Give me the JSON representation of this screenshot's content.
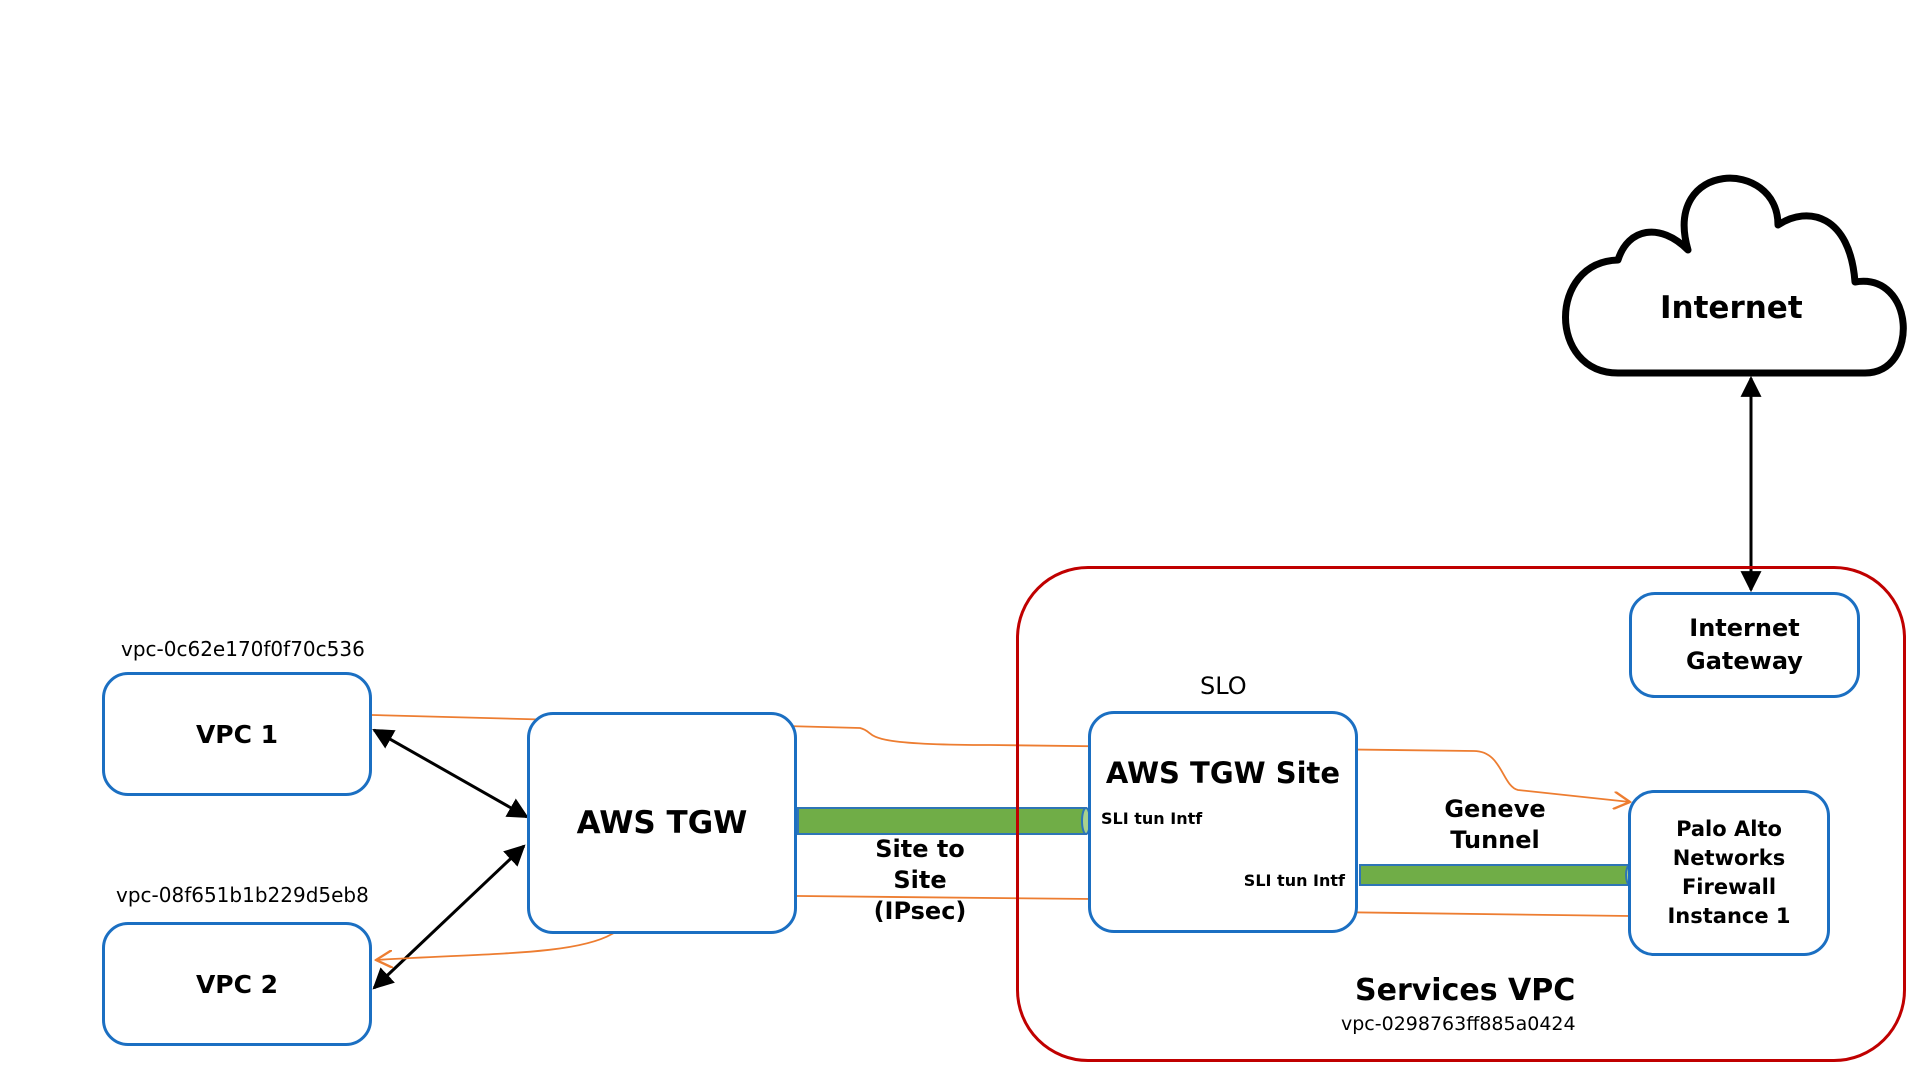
{
  "colors": {
    "vpc_box_border": "#1b6fc2",
    "services_vpc_border": "#c00000",
    "flow_line": "#ed7d31",
    "tunnel_fill": "#70ad47",
    "tunnel_border": "#2e75b6",
    "connector": "#000000"
  },
  "cloud": {
    "label": "Internet",
    "icon": "cloud-icon"
  },
  "vpc1": {
    "label": "VPC 1",
    "id": "vpc-0c62e170f0f70c536"
  },
  "vpc2": {
    "label": "VPC 2",
    "id": "vpc-08f651b1b229d5eb8"
  },
  "tgw": {
    "label": "AWS TGW"
  },
  "site_to_site": {
    "line1": "Site to",
    "line2": "Site",
    "line3": "(IPsec)"
  },
  "services_vpc": {
    "title": "Services VPC",
    "id": "vpc-0298763ff885a0424"
  },
  "slo": {
    "label": "SLO"
  },
  "tgw_site": {
    "label": "AWS TGW Site",
    "sli_left": "SLI tun Intf",
    "sli_right": "SLI tun Intf"
  },
  "geneve": {
    "line1": "Geneve",
    "line2": "Tunnel"
  },
  "igw": {
    "line1": "Internet",
    "line2": "Gateway"
  },
  "firewall": {
    "line1": "Palo Alto",
    "line2": "Networks",
    "line3": "Firewall",
    "line4": "Instance 1"
  }
}
